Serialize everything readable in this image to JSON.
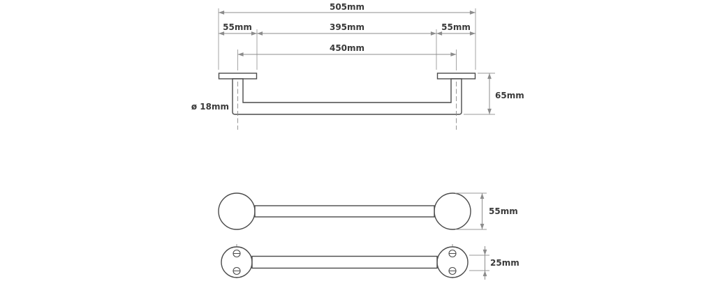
{
  "colors": {
    "background": "#ffffff",
    "object_line": "#4a4a4a",
    "dimension_line": "#8c8c8c",
    "label_text": "#3a3a3a"
  },
  "side_view": {
    "total_width": "505mm",
    "left_flange_width": "55mm",
    "inner_span": "395mm",
    "right_flange_width": "55mm",
    "post_center_span": "450mm",
    "bar_diameter": "ø 18mm",
    "drop_height": "65mm"
  },
  "front_view": {
    "flange_diameter": "55mm"
  },
  "plan_view": {
    "depth": "25mm"
  }
}
